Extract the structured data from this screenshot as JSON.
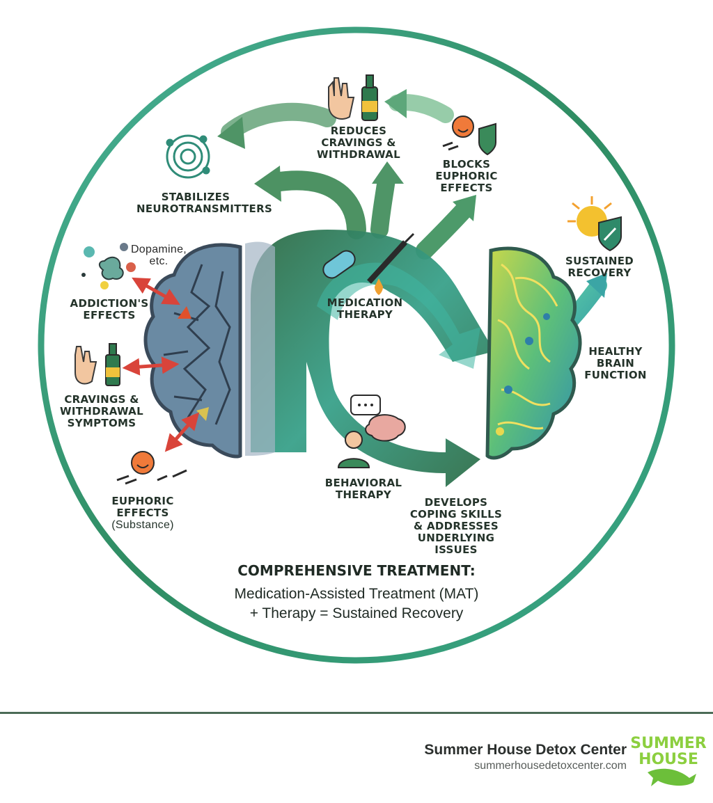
{
  "labels": {
    "stabilizes": [
      "STABILIZES",
      "NEUROTRANSMITTERS"
    ],
    "reduces": [
      "REDUCES",
      "CRAVINGS &",
      "WITHDRAWAL"
    ],
    "blocks": [
      "BLOCKS",
      "EUPHORIC",
      "EFFECTS"
    ],
    "sustained": [
      "SUSTAINED",
      "RECOVERY"
    ],
    "dopamine": [
      "Dopamine,",
      "etc."
    ],
    "addiction": [
      "ADDICTION'S",
      "EFFECTS"
    ],
    "cravings": [
      "CRAVINGS &",
      "WITHDRAWAL",
      "SYMPTOMS"
    ],
    "euphoric_title": [
      "EUPHORIC",
      "EFFECTS"
    ],
    "euphoric_sub": "(Substance)",
    "medication": [
      "MEDICATION",
      "THERAPY"
    ],
    "healthy": [
      "HEALTHY",
      "BRAIN",
      "FUNCTION"
    ],
    "behavioral": [
      "BEHAVIORAL",
      "THERAPY"
    ],
    "develops": [
      "DEVELOPS",
      "COPING SKILLS",
      "& ADDRESSES",
      "UNDERLYING ISSUES"
    ]
  },
  "caption": {
    "title": "COMPREHENSIVE TREATMENT:",
    "line1": "Medication-Assisted Treatment (MAT)",
    "line2": "+ Therapy = Sustained Recovery"
  },
  "footer": {
    "name": "Summer House Detox Center",
    "url": "summerhousedetoxcenter.com",
    "logo_text": [
      "SUMMER",
      "HOUSE"
    ]
  },
  "icons": [
    "neurotransmitter-icon",
    "hand-bottle-icon",
    "smiley-chain-shield-icon",
    "sun-shield-icon",
    "molecules-icon",
    "pill-icon",
    "syringe-icon",
    "person-brain-icon",
    "smiley-broken-chain-icon"
  ],
  "colors": {
    "ring": "#3aa98a",
    "dark_green": "#2f6b45",
    "teal": "#3fb7a3",
    "arrow_red": "#d9443a",
    "text": "#24332a"
  }
}
